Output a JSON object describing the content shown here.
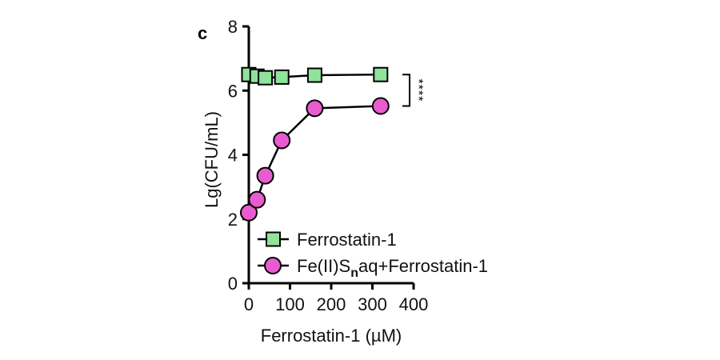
{
  "chart_data": {
    "type": "line",
    "panel_label": "c",
    "xlabel": "Ferrostatin-1 (µM)",
    "ylabel": "Lg(CFU/mL)",
    "xlim": [
      0,
      400
    ],
    "ylim": [
      0,
      8
    ],
    "xticks": [
      0,
      100,
      200,
      300,
      400
    ],
    "yticks": [
      0,
      2,
      4,
      6,
      8
    ],
    "grid": false,
    "legend_position": "bottom-right",
    "significance": "****",
    "series": [
      {
        "name": "Ferrostatin-1",
        "marker": "square",
        "color": "#90e39a",
        "x": [
          0,
          20,
          40,
          80,
          160,
          320
        ],
        "y": [
          6.5,
          6.45,
          6.4,
          6.42,
          6.48,
          6.5
        ]
      },
      {
        "name": "Fe(II)Snaq+Ferrostatin-1",
        "name_parts": {
          "pre": "Fe(II)S",
          "sub": "n",
          "post": "aq+Ferrostatin-1"
        },
        "marker": "circle",
        "color": "#e85ccf",
        "x": [
          0,
          20,
          40,
          80,
          160,
          320
        ],
        "y": [
          2.2,
          2.6,
          3.35,
          4.45,
          5.45,
          5.52
        ]
      }
    ]
  }
}
